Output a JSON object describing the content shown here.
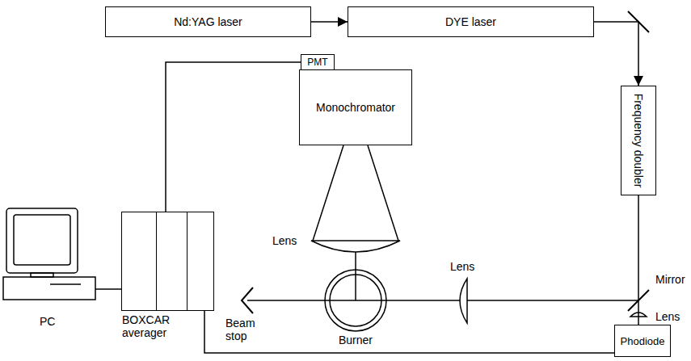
{
  "diagram": {
    "nodes": [
      {
        "text": [
          "Nd:YAG laser"
        ]
      },
      {
        "text": [
          "DYE laser"
        ]
      },
      {
        "text": [
          "PMT"
        ]
      },
      {
        "text": [
          "Monochromator"
        ]
      },
      {
        "text": [
          "Frequency doubler"
        ]
      },
      {
        "text": [
          "BOXCAR averager"
        ]
      },
      {
        "text": [
          "Phodiode"
        ]
      }
    ],
    "edges": [
      {
        "from": 0,
        "to": 1,
        "arrow": "to"
      },
      {
        "from": 1,
        "to": 4,
        "arrow": "to"
      },
      {
        "from": 2,
        "to": 5,
        "arrow": "none"
      },
      {
        "from": 5,
        "to": 6,
        "arrow": "none"
      }
    ],
    "labels": [
      "Lens",
      "Lens",
      "Mirror",
      "Lens",
      "PC",
      "Beam stop",
      "Burner"
    ]
  }
}
